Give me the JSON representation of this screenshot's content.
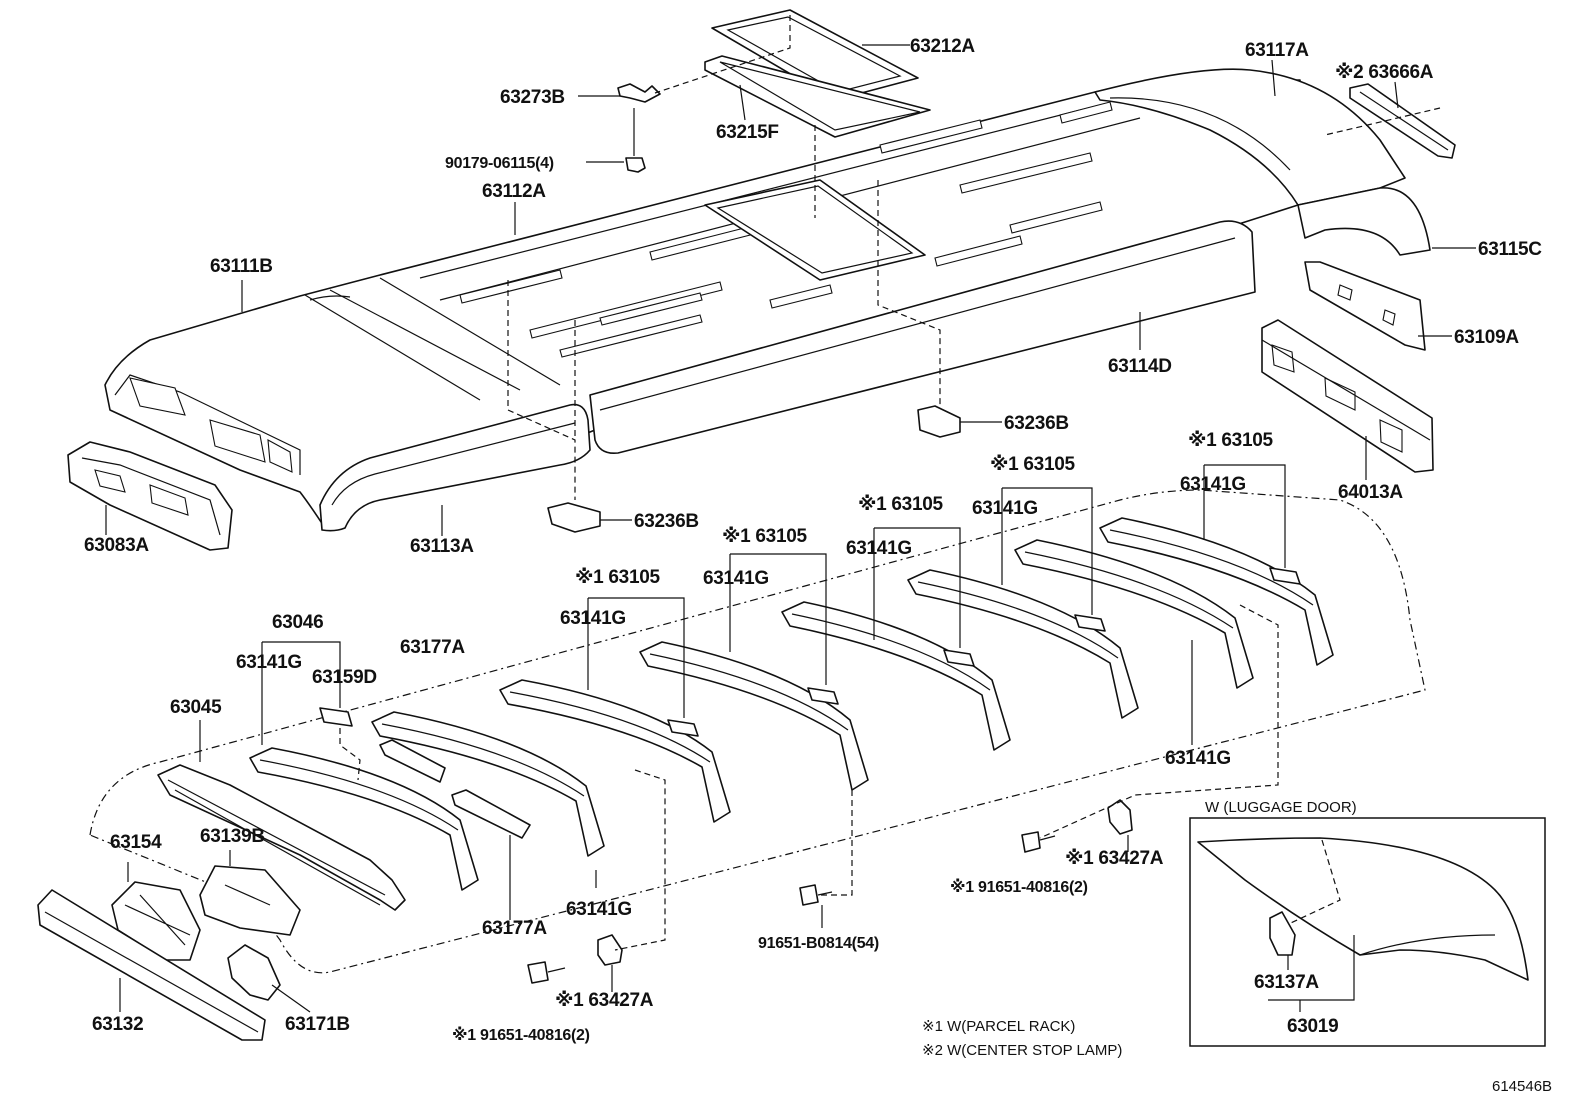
{
  "diagram": {
    "figure_code": "614546B",
    "labels": [
      {
        "id": "63212A",
        "text": "63212A"
      },
      {
        "id": "63273B",
        "text": "63273B"
      },
      {
        "id": "63215F",
        "text": "63215F"
      },
      {
        "id": "90179",
        "text": "90179-06115(4)"
      },
      {
        "id": "63112A",
        "text": "63112A"
      },
      {
        "id": "63111B",
        "text": "63111B"
      },
      {
        "id": "63117A",
        "text": "63117A"
      },
      {
        "id": "63666A",
        "text": "※2 63666A"
      },
      {
        "id": "63115C",
        "text": "63115C"
      },
      {
        "id": "63109A",
        "text": "63109A"
      },
      {
        "id": "63114D",
        "text": "63114D"
      },
      {
        "id": "63236B_r",
        "text": "63236B"
      },
      {
        "id": "63236B_l",
        "text": "63236B"
      },
      {
        "id": "64013A",
        "text": "64013A"
      },
      {
        "id": "63083A",
        "text": "63083A"
      },
      {
        "id": "63113A",
        "text": "63113A"
      },
      {
        "id": "63105_6",
        "text": "※1 63105"
      },
      {
        "id": "63141G_6",
        "text": "63141G"
      },
      {
        "id": "63105_5",
        "text": "※1 63105"
      },
      {
        "id": "63141G_5",
        "text": "63141G"
      },
      {
        "id": "63105_4",
        "text": "※1 63105"
      },
      {
        "id": "63141G_4",
        "text": "63141G"
      },
      {
        "id": "63105_3",
        "text": "※1 63105"
      },
      {
        "id": "63141G_3",
        "text": "63141G"
      },
      {
        "id": "63105_2",
        "text": "※1 63105"
      },
      {
        "id": "63141G_2",
        "text": "63141G"
      },
      {
        "id": "63046",
        "text": "63046"
      },
      {
        "id": "63141G_1",
        "text": "63141G"
      },
      {
        "id": "63159D",
        "text": "63159D"
      },
      {
        "id": "63177A_t",
        "text": "63177A"
      },
      {
        "id": "63045",
        "text": "63045"
      },
      {
        "id": "63141G_r",
        "text": "63141G"
      },
      {
        "id": "63154",
        "text": "63154"
      },
      {
        "id": "63139B",
        "text": "63139B"
      },
      {
        "id": "63177A_b",
        "text": "63177A"
      },
      {
        "id": "63141G_b",
        "text": "63141G"
      },
      {
        "id": "91651B",
        "text": "91651-B0814(54)"
      },
      {
        "id": "63427A_r",
        "text": "※1 63427A"
      },
      {
        "id": "91651_r",
        "text": "※1 91651-40816(2)"
      },
      {
        "id": "63427A_l",
        "text": "※1 63427A"
      },
      {
        "id": "91651_l",
        "text": "※1 91651-40816(2)"
      },
      {
        "id": "63132",
        "text": "63132"
      },
      {
        "id": "63171B",
        "text": "63171B"
      },
      {
        "id": "63137A",
        "text": "63137A"
      },
      {
        "id": "63019",
        "text": "63019"
      }
    ],
    "inset": {
      "title": "W (LUGGAGE DOOR)"
    },
    "notes": [
      {
        "id": "n1",
        "text": "※1 W(PARCEL RACK)"
      },
      {
        "id": "n2",
        "text": "※2 W(CENTER STOP LAMP)"
      }
    ]
  }
}
